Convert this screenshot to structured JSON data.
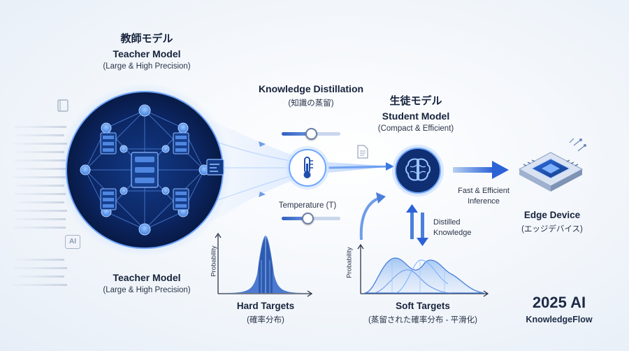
{
  "teacher": {
    "title_jp": "教師モデル",
    "title_en": "Teacher Model",
    "subtitle": "(Large & High Precision)",
    "bottom_title": "Teacher Model",
    "bottom_subtitle": "(Large & High Precision)"
  },
  "distillation": {
    "title": "Knowledge Distillation",
    "subtitle": "(知識の蒸留)",
    "temperature_label": "Temperature (T)",
    "top_slider_level": 0.5,
    "bottom_slider_level": 0.45
  },
  "student": {
    "title_jp": "生徒モデル",
    "title_en": "Student Model",
    "subtitle": "(Compact & Efficient)",
    "distilled_line1": "Distilled",
    "distilled_line2": "Knowledge"
  },
  "inference": {
    "line1": "Fast & Efficient",
    "line2": "Inference"
  },
  "edge": {
    "title": "Edge Device",
    "subtitle": "(エッジデバイス)"
  },
  "hard_targets": {
    "title": "Hard Targets",
    "subtitle": "(確率分布)",
    "ylabel": "Probability"
  },
  "soft_targets": {
    "title": "Soft Targets",
    "subtitle": "(蒸留された確率分布 - 平滑化)",
    "ylabel": "Probability"
  },
  "brand": {
    "year": "2025 AI",
    "name": "KnowledgeFlow"
  },
  "side_badge": "AI",
  "colors": {
    "navy": "#0d1f4d",
    "accent": "#2f6fe0",
    "glow": "#7fb3ff"
  }
}
